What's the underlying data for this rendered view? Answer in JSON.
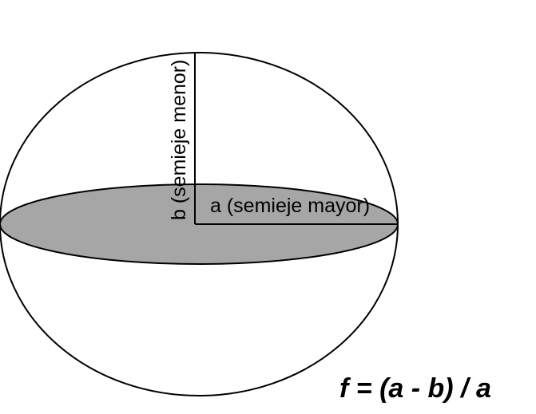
{
  "diagram": {
    "semi_major_label": "a (semieje mayor)",
    "semi_minor_label": "b (semieje menor)",
    "formula": "f = (a - b) / a"
  },
  "colors": {
    "equatorial_fill": "#a6a6a6",
    "outline": "#000000",
    "background": "#ffffff"
  }
}
